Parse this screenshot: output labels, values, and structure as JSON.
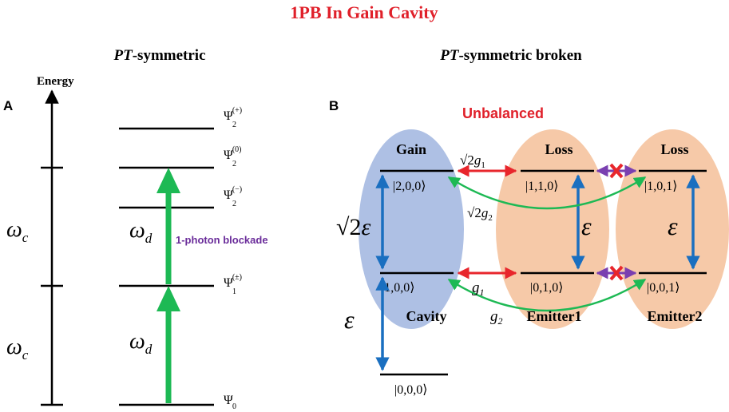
{
  "title": "1PB In Gain Cavity",
  "colors": {
    "title_red": "#e0202a",
    "arrow_green": "#1db954",
    "arrow_blue": "#1a6fc0",
    "arrow_red": "#e8262c",
    "arrow_purple": "#7a3fb0",
    "gain_fill": "#aec0e4",
    "loss_fill": "#f6c9a8",
    "blockade_purple": "#6a2c9a"
  },
  "panel_a": {
    "panel_label": "A",
    "heading_pt": "PT",
    "heading_rest": "-symmetric",
    "energy_label": "Energy",
    "omega_c_1": "ω",
    "omega_c_1_sub": "c",
    "omega_c_2": "ω",
    "omega_c_2_sub": "c",
    "omega_d_1": "ω",
    "omega_d_1_sub": "d",
    "omega_d_2": "ω",
    "omega_d_2_sub": "d",
    "blockade_label": "1-photon blockade",
    "levels": [
      {
        "psi": "Ψ",
        "sub": "2",
        "sup": "(+)"
      },
      {
        "psi": "Ψ",
        "sub": "2",
        "sup": "(0)"
      },
      {
        "psi": "Ψ",
        "sub": "2",
        "sup": "(−)"
      },
      {
        "psi": "Ψ",
        "sub": "1",
        "sup": "(±)"
      },
      {
        "psi": "Ψ",
        "sub": "0",
        "sup": ""
      }
    ]
  },
  "panel_b": {
    "panel_label": "B",
    "heading_pt": "PT",
    "heading_rest": "-symmetric broken",
    "unbalanced_label": "Unbalanced",
    "gain_label": "Gain",
    "loss_label_1": "Loss",
    "loss_label_2": "Loss",
    "cavity_label": "Cavity",
    "emitter1_label": "Emitter1",
    "emitter2_label": "Emitter2",
    "kets": {
      "k200": "|2,0,0⟩",
      "k100": "|1,0,0⟩",
      "k000": "|0,0,0⟩",
      "k110": "|1,1,0⟩",
      "k010": "|0,1,0⟩",
      "k101": "|1,0,1⟩",
      "k001": "|0,0,1⟩"
    },
    "sqrt2_eps_root": "√2",
    "sqrt2_eps_sym": "ε",
    "eps_cavity": "ε",
    "eps_emitter1": "ε",
    "eps_emitter2": "ε",
    "sqrt2_g1_root": "√2",
    "sqrt2_g1_g": "g",
    "sqrt2_g1_sub": "1",
    "sqrt2_g2_root": "√2",
    "sqrt2_g2_g": "g",
    "sqrt2_g2_sub": "2",
    "g1_g": "g",
    "g1_sub": "1",
    "g2_g": "g",
    "g2_sub": "2"
  }
}
